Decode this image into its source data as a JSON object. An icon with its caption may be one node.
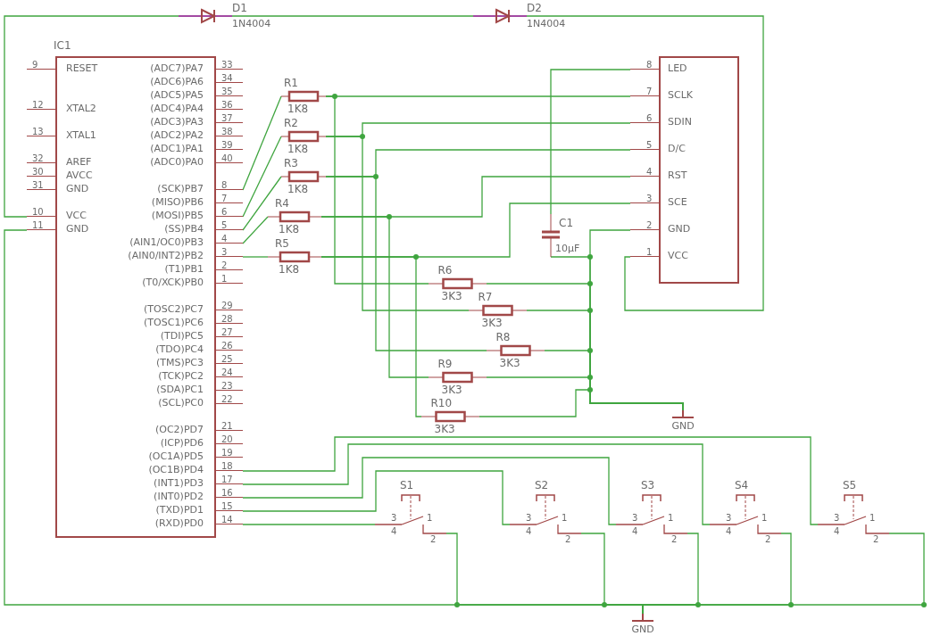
{
  "diagram": {
    "nodes": [
      {
        "text": [
          "D1",
          "1N4004"
        ]
      },
      {
        "text": [
          "D2",
          "1N4004"
        ]
      },
      {
        "text": [
          "IC1"
        ]
      },
      {
        "text": [
          "RESET"
        ],
        "beside": [
          "9"
        ]
      },
      {
        "text": [
          "XTAL2"
        ],
        "beside": [
          "12"
        ]
      },
      {
        "text": [
          "XTAL1"
        ],
        "beside": [
          "13"
        ]
      },
      {
        "text": [
          "AREF"
        ],
        "beside": [
          "32"
        ]
      },
      {
        "text": [
          "AVCC"
        ],
        "beside": [
          "30"
        ]
      },
      {
        "text": [
          "GND"
        ],
        "beside": [
          "31"
        ]
      },
      {
        "text": [
          "VCC"
        ],
        "beside": [
          "10"
        ]
      },
      {
        "text": [
          "GND"
        ],
        "beside": [
          "11"
        ]
      },
      {
        "text": [
          "(ADC7)PA7"
        ],
        "beside": [
          "33"
        ]
      },
      {
        "text": [
          "(ADC6)PA6"
        ],
        "beside": [
          "34"
        ]
      },
      {
        "text": [
          "(ADC5)PA5"
        ],
        "beside": [
          "35"
        ]
      },
      {
        "text": [
          "(ADC4)PA4"
        ],
        "beside": [
          "36"
        ]
      },
      {
        "text": [
          "(ADC3)PA3"
        ],
        "beside": [
          "37"
        ]
      },
      {
        "text": [
          "(ADC2)PA2"
        ],
        "beside": [
          "38"
        ]
      },
      {
        "text": [
          "(ADC1)PA1"
        ],
        "beside": [
          "39"
        ]
      },
      {
        "text": [
          "(ADC0)PA0"
        ],
        "beside": [
          "40"
        ]
      },
      {
        "text": [
          "(SCK)PB7"
        ],
        "beside": [
          "8"
        ]
      },
      {
        "text": [
          "(MISO)PB6"
        ],
        "beside": [
          "7"
        ]
      },
      {
        "text": [
          "(MOSI)PB5"
        ],
        "beside": [
          "6"
        ]
      },
      {
        "text": [
          "(SS)PB4"
        ],
        "beside": [
          "5"
        ]
      },
      {
        "text": [
          "(AIN1/OC0)PB3"
        ],
        "beside": [
          "4"
        ]
      },
      {
        "text": [
          "(AIN0/INT2)PB2"
        ],
        "beside": [
          "3"
        ]
      },
      {
        "text": [
          "(T1)PB1"
        ],
        "beside": [
          "2"
        ]
      },
      {
        "text": [
          "(T0/XCK)PB0"
        ],
        "beside": [
          "1"
        ]
      },
      {
        "text": [
          "(TOSC2)PC7"
        ],
        "beside": [
          "29"
        ]
      },
      {
        "text": [
          "(TOSC1)PC6"
        ],
        "beside": [
          "28"
        ]
      },
      {
        "text": [
          "(TDI)PC5"
        ],
        "beside": [
          "27"
        ]
      },
      {
        "text": [
          "(TDO)PC4"
        ],
        "beside": [
          "26"
        ]
      },
      {
        "text": [
          "(TMS)PC3"
        ],
        "beside": [
          "25"
        ]
      },
      {
        "text": [
          "(TCK)PC2"
        ],
        "beside": [
          "24"
        ]
      },
      {
        "text": [
          "(SDA)PC1"
        ],
        "beside": [
          "23"
        ]
      },
      {
        "text": [
          "(SCL)PC0"
        ],
        "beside": [
          "22"
        ]
      },
      {
        "text": [
          "(OC2)PD7"
        ],
        "beside": [
          "21"
        ]
      },
      {
        "text": [
          "(ICP)PD6"
        ],
        "beside": [
          "20"
        ]
      },
      {
        "text": [
          "(OC1A)PD5"
        ],
        "beside": [
          "19"
        ]
      },
      {
        "text": [
          "(OC1B)PD4"
        ],
        "beside": [
          "18"
        ]
      },
      {
        "text": [
          "(INT1)PD3"
        ],
        "beside": [
          "17"
        ]
      },
      {
        "text": [
          "(INT0)PD2"
        ],
        "beside": [
          "16"
        ]
      },
      {
        "text": [
          "(TXD)PD1"
        ],
        "beside": [
          "15"
        ]
      },
      {
        "text": [
          "(RXD)PD0"
        ],
        "beside": [
          "14"
        ]
      },
      {
        "text": [
          "R1",
          "1K8"
        ]
      },
      {
        "text": [
          "R2",
          "1K8"
        ]
      },
      {
        "text": [
          "R3",
          "1K8"
        ]
      },
      {
        "text": [
          "R4",
          "1K8"
        ]
      },
      {
        "text": [
          "R5",
          "1K8"
        ]
      },
      {
        "text": [],
        "shape": "box"
      },
      {
        "text": [
          "LED"
        ],
        "beside": [
          "8"
        ]
      },
      {
        "text": [
          "SCLK"
        ],
        "beside": [
          "7"
        ]
      },
      {
        "text": [
          "SDIN"
        ],
        "beside": [
          "6"
        ]
      },
      {
        "text": [
          "D/C"
        ],
        "beside": [
          "5"
        ]
      },
      {
        "text": [
          "RST"
        ],
        "beside": [
          "4"
        ]
      },
      {
        "text": [
          "SCE"
        ],
        "beside": [
          "3"
        ]
      },
      {
        "text": [
          "GND"
        ],
        "beside": [
          "2"
        ]
      },
      {
        "text": [
          "VCC"
        ],
        "beside": [
          "1"
        ]
      },
      {
        "text": [
          "C1",
          "10µF"
        ]
      },
      {
        "text": [
          "R6",
          "3K3"
        ]
      },
      {
        "text": [
          "R7",
          "3K3"
        ]
      },
      {
        "text": [
          "R8",
          "3K3"
        ]
      },
      {
        "text": [
          "R9",
          "3K3"
        ]
      },
      {
        "text": [
          "R10",
          "3K3"
        ]
      },
      {
        "text": [
          "GND"
        ]
      },
      {
        "text": [
          "S1",
          "3",
          "1",
          "4",
          "2"
        ]
      },
      {
        "text": [
          "S2",
          "3",
          "1",
          "4",
          "2"
        ]
      },
      {
        "text": [
          "S3",
          "3",
          "1",
          "4",
          "2"
        ]
      },
      {
        "text": [
          "S4",
          "3",
          "1",
          "4",
          "2"
        ]
      },
      {
        "text": [
          "S5",
          "3",
          "1",
          "4",
          "2"
        ]
      },
      {
        "text": [
          "GND"
        ]
      }
    ],
    "edges": [
      {
        "from": 9,
        "to": 0,
        "arrow": "none"
      },
      {
        "from": 0,
        "to": 1,
        "arrow": "none"
      },
      {
        "from": 1,
        "to": 56,
        "arrow": "none"
      },
      {
        "from": 19,
        "to": 43,
        "arrow": "none"
      },
      {
        "from": 43,
        "to": 50,
        "arrow": "none"
      },
      {
        "from": 43,
        "to": 58,
        "arrow": "none"
      },
      {
        "from": 21,
        "to": 44,
        "arrow": "none"
      },
      {
        "from": 44,
        "to": 51,
        "arrow": "none"
      },
      {
        "from": 44,
        "to": 59,
        "arrow": "none"
      },
      {
        "from": 22,
        "to": 45,
        "arrow": "none"
      },
      {
        "from": 45,
        "to": 52,
        "arrow": "none"
      },
      {
        "from": 45,
        "to": 60,
        "arrow": "none"
      },
      {
        "from": 23,
        "to": 46,
        "arrow": "none"
      },
      {
        "from": 46,
        "to": 53,
        "arrow": "none"
      },
      {
        "from": 46,
        "to": 61,
        "arrow": "none"
      },
      {
        "from": 24,
        "to": 47,
        "arrow": "none"
      },
      {
        "from": 47,
        "to": 54,
        "arrow": "none"
      },
      {
        "from": 47,
        "to": 62,
        "arrow": "none"
      },
      {
        "from": 49,
        "to": 57,
        "arrow": "none"
      },
      {
        "from": 57,
        "to": 63,
        "arrow": "none"
      },
      {
        "from": 55,
        "to": 63,
        "arrow": "none"
      },
      {
        "from": 58,
        "to": 63,
        "arrow": "none"
      },
      {
        "from": 59,
        "to": 63,
        "arrow": "none"
      },
      {
        "from": 60,
        "to": 63,
        "arrow": "none"
      },
      {
        "from": 61,
        "to": 63,
        "arrow": "none"
      },
      {
        "from": 62,
        "to": 63,
        "arrow": "none"
      },
      {
        "from": 38,
        "to": 68,
        "arrow": "none"
      },
      {
        "from": 39,
        "to": 67,
        "arrow": "none"
      },
      {
        "from": 40,
        "to": 66,
        "arrow": "none"
      },
      {
        "from": 41,
        "to": 65,
        "arrow": "none"
      },
      {
        "from": 42,
        "to": 64,
        "arrow": "none"
      },
      {
        "from": 10,
        "to": 69,
        "arrow": "none"
      },
      {
        "from": 64,
        "to": 69,
        "arrow": "none"
      },
      {
        "from": 65,
        "to": 69,
        "arrow": "none"
      },
      {
        "from": 66,
        "to": 69,
        "arrow": "none"
      },
      {
        "from": 67,
        "to": 69,
        "arrow": "none"
      },
      {
        "from": 68,
        "to": 69,
        "arrow": "none"
      }
    ]
  }
}
